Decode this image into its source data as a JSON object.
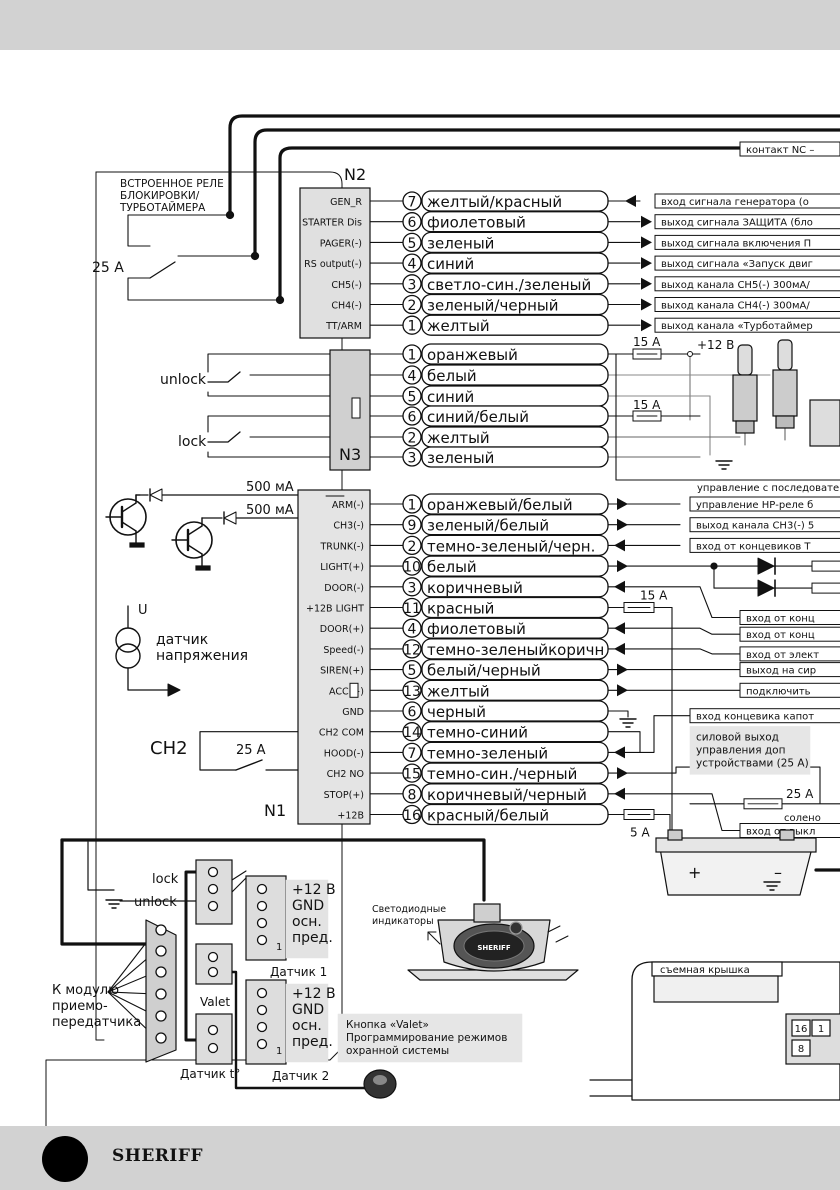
{
  "footer": {
    "brand": "SHERIFF"
  },
  "relay_block": {
    "title_lines": [
      "ВСТРОЕННОЕ РЕЛЕ",
      "БЛОКИРОВКИ/",
      "ТУРБОТАЙМЕРА"
    ],
    "fuse": "25 A"
  },
  "contact_nc": "контакт NC –",
  "n2": {
    "label": "N2",
    "rows": [
      {
        "pin": "GEN_R",
        "num": "7",
        "wire": "желтый/красный",
        "desc": "вход сигнала генератора (о",
        "arrow": "in"
      },
      {
        "pin": "STARTER Dis",
        "num": "6",
        "wire": "фиолетовый",
        "desc": "выход сигнала ЗАЩИТА (бло",
        "arrow": "out"
      },
      {
        "pin": "PAGER(-)",
        "num": "5",
        "wire": "зеленый",
        "desc": "выход сигнала включения П",
        "arrow": "out"
      },
      {
        "pin": "RS output(-)",
        "num": "4",
        "wire": "синий",
        "desc": "выход сигнала «Запуск двиг",
        "arrow": "out"
      },
      {
        "pin": "CH5(-)",
        "num": "3",
        "wire": "светло-син./зеленый",
        "desc": "выход канала CH5(-) 300мА/",
        "arrow": "out"
      },
      {
        "pin": "CH4(-)",
        "num": "2",
        "wire": "зеленый/черный",
        "desc": "выход канала CH4(-) 300мА/",
        "arrow": "out"
      },
      {
        "pin": "TT/ARM",
        "num": "1",
        "wire": "желтый",
        "desc": "выход канала «Турботаймер",
        "arrow": "out"
      }
    ]
  },
  "n3": {
    "label": "N3",
    "rows": [
      {
        "num": "1",
        "wire": "оранжевый"
      },
      {
        "num": "4",
        "wire": "белый"
      },
      {
        "num": "5",
        "wire": "синий"
      },
      {
        "num": "6",
        "wire": "синий/белый"
      },
      {
        "num": "2",
        "wire": "желтый"
      },
      {
        "num": "3",
        "wire": "зеленый"
      }
    ],
    "unlock": "unlock",
    "lock": "lock",
    "fuse_top": "15 A",
    "fuse_bottom": "15 A",
    "plus12": "+12 В",
    "sequence": "управление с последовате"
  },
  "n1": {
    "label": "N1",
    "rows": [
      {
        "pin": "ARM(-)",
        "num": "1",
        "wire": "оранжевый/белый",
        "desc": "управление НР-реле б",
        "arrow": "out"
      },
      {
        "pin": "CH3(-)",
        "num": "9",
        "wire": "зеленый/белый",
        "desc": "выход канала CH3(-) 5",
        "arrow": "out"
      },
      {
        "pin": "TRUNK(-)",
        "num": "2",
        "wire": "темно-зеленый/черн.",
        "desc": "вход от концевиков Т",
        "arrow": "in"
      },
      {
        "pin": "LIGHT(+)",
        "num": "10",
        "wire": "белый",
        "desc": "",
        "arrow": "out"
      },
      {
        "pin": "DOOR(-)",
        "num": "3",
        "wire": "коричневый",
        "desc": "",
        "arrow": "in"
      },
      {
        "pin": "+12B LIGHT",
        "num": "11",
        "wire": "красный",
        "desc": "вход от конц",
        "arrow": "none"
      },
      {
        "pin": "DOOR(+)",
        "num": "4",
        "wire": "фиолетовый",
        "desc": "вход от конц",
        "arrow": "in"
      },
      {
        "pin": "Speed(-)",
        "num": "12",
        "wire": "темно-зеленыйкоричн",
        "desc": "вход от элект",
        "arrow": "in"
      },
      {
        "pin": "SIREN(+)",
        "num": "5",
        "wire": "белый/черный",
        "desc": "выход на сир",
        "arrow": "out"
      },
      {
        "pin": "ACC(+)",
        "num": "13",
        "wire": "желтый",
        "desc": "подключить",
        "arrow": "out"
      },
      {
        "pin": "GND",
        "num": "6",
        "wire": "черный",
        "desc": "",
        "arrow": "none"
      },
      {
        "pin": "CH2 COM",
        "num": "14",
        "wire": "темно-синий",
        "desc": "вход концевика капот",
        "arrow": "none"
      },
      {
        "pin": "HOOD(-)",
        "num": "7",
        "wire": "темно-зеленый",
        "desc": "",
        "arrow": "in"
      },
      {
        "pin": "CH2 NO",
        "num": "15",
        "wire": "темно-син./черный",
        "desc": "",
        "arrow": "out"
      },
      {
        "pin": "STOP(+)",
        "num": "8",
        "wire": "коричневый/черный",
        "desc": "",
        "arrow": "in"
      },
      {
        "pin": "+12B",
        "num": "16",
        "wire": "красный/белый",
        "desc": "вход от выкл",
        "arrow": "none"
      }
    ],
    "ma_1": "500 мА",
    "ma_2": "500 мА",
    "fuse_light": "15 A",
    "fuse_power": "5 A",
    "fuse_solenoid": "25 A",
    "solenoid": "солено",
    "power_out_lines": [
      "силовой выход",
      "управления доп",
      "устройствами (25 A)"
    ]
  },
  "sensor_u": {
    "symbol": "U",
    "lines": [
      "датчик",
      "напряжения"
    ]
  },
  "ch2": {
    "label": "CH2",
    "fuse": "25 A"
  },
  "lower": {
    "lock": "lock",
    "unlock": "unlock",
    "module_lines": [
      "К модулю",
      "приемо-",
      "передатчика"
    ],
    "sensor_labels": [
      "+12 В",
      "GND",
      "осн.",
      "пред."
    ],
    "sensor_pin_one": "1",
    "sensor1": "Датчик 1",
    "sensor2": "Датчик 2",
    "sensor_t": "Датчик t°",
    "valet": "Valet",
    "led_lines": [
      "Светодиодные",
      "индикаторы"
    ],
    "button_lines": [
      "Кнопка «Valet»",
      "Программирование режимов",
      "охранной системы"
    ],
    "cover": "съемная крышка",
    "conn_nums": [
      "16",
      "1",
      "8"
    ],
    "led_logo": "SHERIFF"
  }
}
